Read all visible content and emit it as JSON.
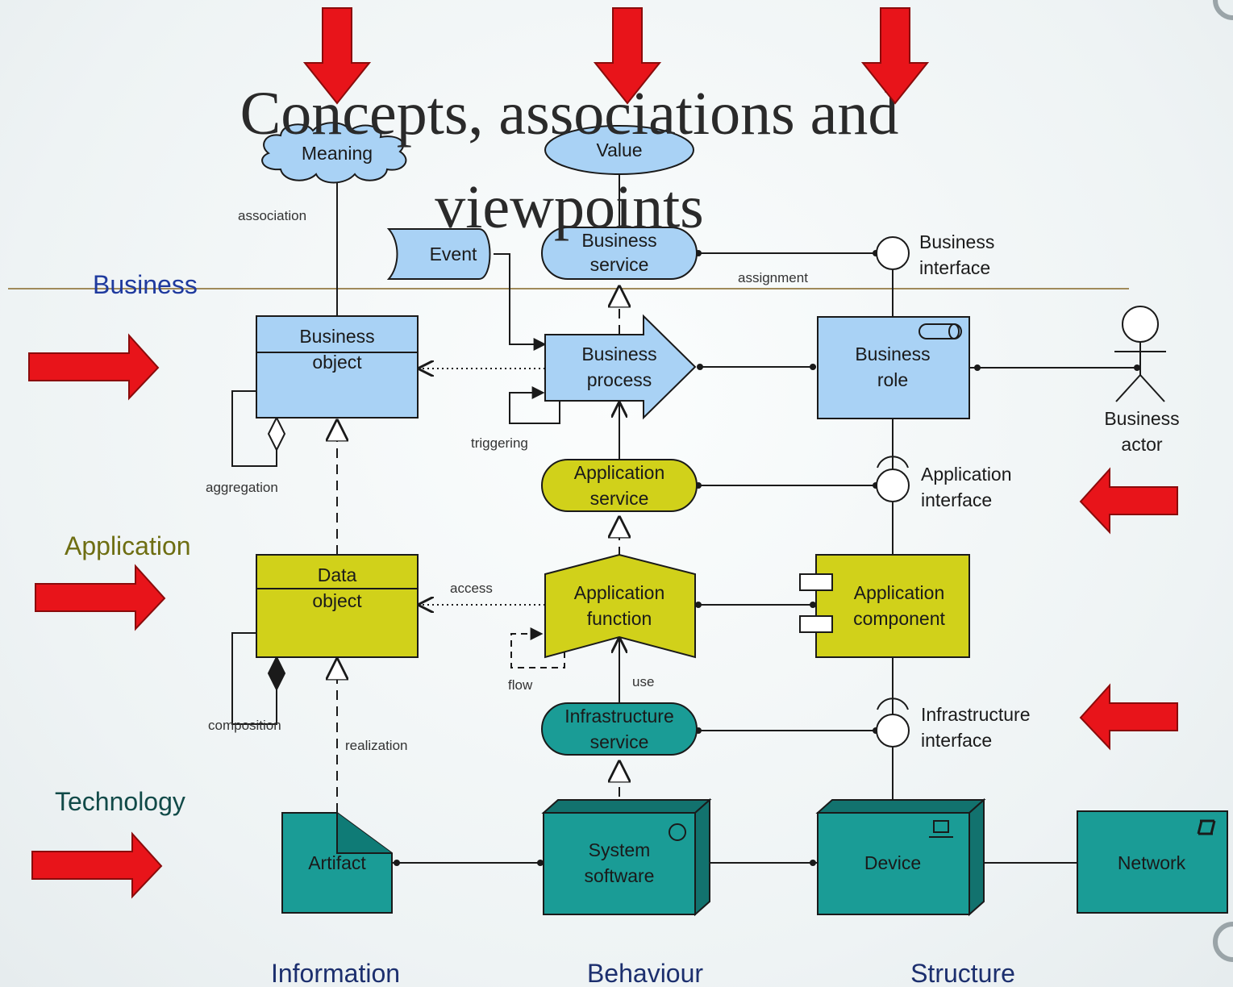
{
  "slide": {
    "title_line1": "Concepts, associations and",
    "title_line2": "viewpoints"
  },
  "layers": {
    "business": "Business",
    "application": "Application",
    "technology": "Technology"
  },
  "columns": {
    "information": "Information",
    "behaviour": "Behaviour",
    "structure": "Structure"
  },
  "elements": {
    "meaning": "Meaning",
    "value": "Value",
    "event": "Event",
    "business_service": [
      "Business",
      "service"
    ],
    "business_interface": [
      "Business",
      "interface"
    ],
    "business_object": [
      "Business",
      "object"
    ],
    "business_process": [
      "Business",
      "process"
    ],
    "business_role": [
      "Business",
      "role"
    ],
    "business_actor": [
      "Business",
      "actor"
    ],
    "application_service": [
      "Application",
      "service"
    ],
    "application_interface": [
      "Application",
      "interface"
    ],
    "data_object": [
      "Data",
      "object"
    ],
    "application_function": [
      "Application",
      "function"
    ],
    "application_component": [
      "Application",
      "component"
    ],
    "infrastructure_service": [
      "Infrastructure",
      "service"
    ],
    "infrastructure_interface": [
      "Infrastructure",
      "interface"
    ],
    "artifact": "Artifact",
    "system_software": [
      "System",
      "software"
    ],
    "device": "Device",
    "network": "Network"
  },
  "relations": {
    "association": "association",
    "assignment": "assignment",
    "triggering": "triggering",
    "aggregation": "aggregation",
    "access": "access",
    "flow": "flow",
    "use": "use",
    "composition": "composition",
    "realization": "realization"
  },
  "colors": {
    "business": "#a9d2f5",
    "application": "#d1d11a",
    "technology": "#1a9c96",
    "arrow": "#e8141a"
  }
}
